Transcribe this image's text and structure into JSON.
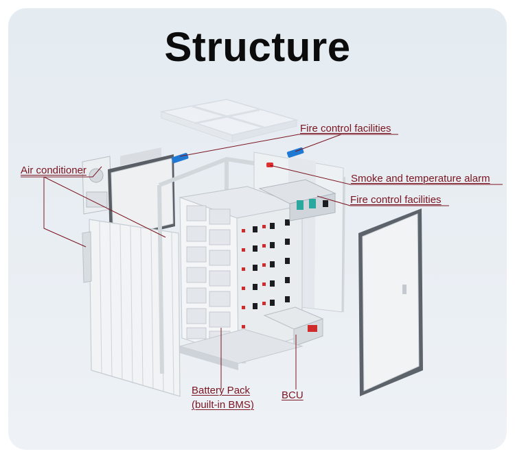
{
  "title": "Structure",
  "labels": {
    "fire_control_top": "Fire control facilities",
    "air_conditioner": "Air conditioner",
    "smoke_alarm": "Smoke and temperature alarm",
    "fire_control_side": "Fire control facilities",
    "battery_pack_line1": "Battery Pack",
    "battery_pack_line2": "(built-in BMS)",
    "bcu": "BCU"
  },
  "colors": {
    "label_text": "#7a1420",
    "leader_line": "#7a1420",
    "fire_nozzle": "#1f78d1",
    "alarm": "#e03030"
  }
}
